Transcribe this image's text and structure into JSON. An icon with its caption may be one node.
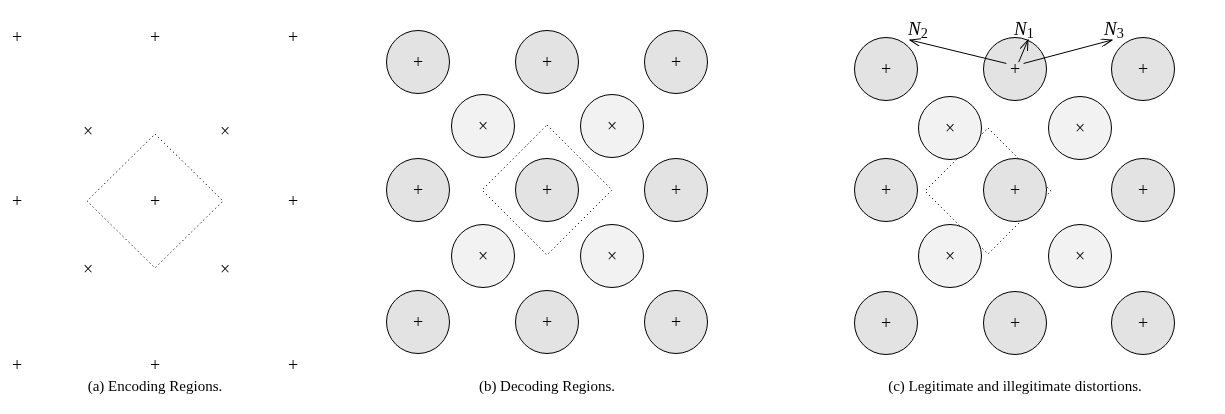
{
  "diagram": {
    "nodes": [
      {
        "text": [
          "+"
        ]
      },
      {
        "text": [
          "+"
        ]
      },
      {
        "text": [
          "+"
        ]
      },
      {
        "text": [
          "×"
        ]
      },
      {
        "text": [
          "×"
        ]
      },
      {
        "text": [
          "+"
        ]
      },
      {
        "text": [
          "+"
        ]
      },
      {
        "text": [
          "+"
        ]
      },
      {
        "text": [
          "×"
        ]
      },
      {
        "text": [
          "×"
        ]
      },
      {
        "text": [
          "+"
        ]
      },
      {
        "text": [
          "+"
        ]
      },
      {
        "text": [
          "+"
        ]
      },
      {
        "text": [
          "+"
        ]
      },
      {
        "text": [
          "+"
        ]
      },
      {
        "text": [
          "+"
        ]
      },
      {
        "text": [
          "×"
        ]
      },
      {
        "text": [
          "×"
        ]
      },
      {
        "text": [
          "+"
        ]
      },
      {
        "text": [
          "+"
        ]
      },
      {
        "text": [
          "+"
        ]
      },
      {
        "text": [
          "×"
        ]
      },
      {
        "text": [
          "×"
        ]
      },
      {
        "text": [
          "+"
        ]
      },
      {
        "text": [
          "+"
        ]
      },
      {
        "text": [
          "+"
        ]
      },
      {
        "text": [
          "*N*$_{2}$"
        ]
      },
      {
        "text": [
          "*N*$_{1}$"
        ]
      },
      {
        "text": [
          "*N*$_{3}$"
        ]
      }
    ],
    "edges": [
      {
        "from": 14,
        "to": 26,
        "arrow": "to"
      },
      {
        "from": 14,
        "to": 27,
        "arrow": "to"
      },
      {
        "from": 14,
        "to": 28,
        "arrow": "to"
      }
    ],
    "labels": [
      "+",
      "+",
      "+",
      "×",
      "×",
      "+",
      "+",
      "+",
      "×",
      "×",
      "+",
      "+",
      "+",
      "(a) Encoding Regions.",
      "(b) Decoding Regions.",
      "(c) Legitimate and illegitimate distortions."
    ]
  }
}
